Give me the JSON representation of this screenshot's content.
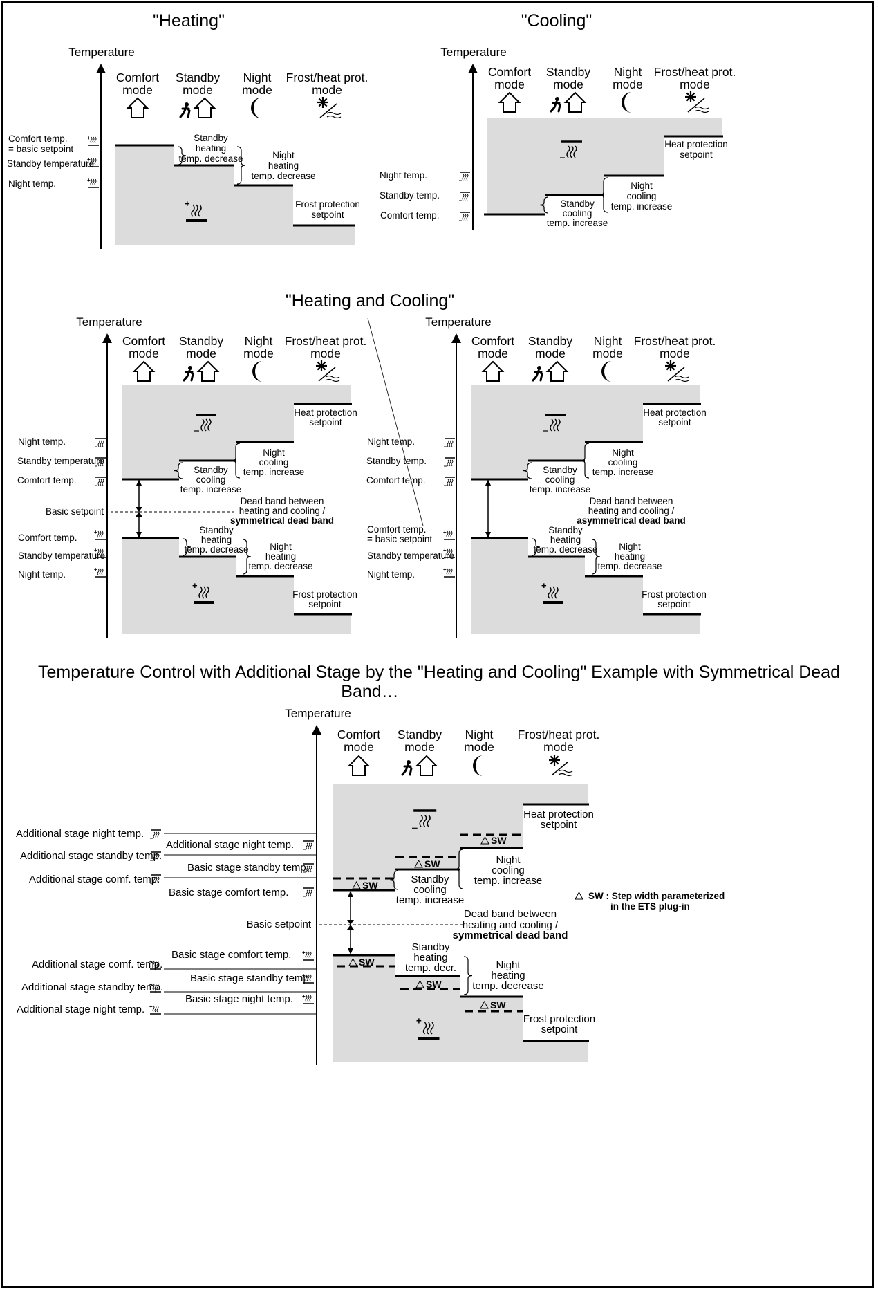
{
  "headings": {
    "heating": "\"Heating\"",
    "cooling": "\"Cooling\"",
    "heating_cooling": "\"Heating and Cooling\"",
    "additional_stage_line1": "Temperature Control with Additional Stage by the \"Heating and Cooling\" Example with Symmetrical Dead",
    "additional_stage_line2": "Band…"
  },
  "axis_label": "Temperature",
  "modes": {
    "comfort": [
      "Comfort",
      "mode"
    ],
    "standby": [
      "Standby",
      "mode"
    ],
    "night": [
      "Night",
      "mode"
    ],
    "frost": [
      "Frost/heat prot.",
      "mode"
    ]
  },
  "icons": [
    "comfort-house-icon",
    "standby-runner-house-icon",
    "night-moon-icon",
    "frost-heat-protection-icon",
    "heating-symbol-icon",
    "cooling-symbol-icon"
  ],
  "heating": {
    "left_labels": [
      "Comfort temp.",
      "= basic setpoint",
      "Standby temperature",
      "Night temp."
    ],
    "standby_brace": [
      "Standby",
      "heating",
      "temp. decrease"
    ],
    "night_brace": [
      "Night",
      "heating",
      "temp. decrease"
    ],
    "frost": [
      "Frost protection",
      "setpoint"
    ]
  },
  "cooling": {
    "left_labels": [
      "Night temp.",
      "Standby temp.",
      "Comfort temp."
    ],
    "heat_protection": [
      "Heat protection",
      "setpoint"
    ],
    "night_brace": [
      "Night",
      "cooling",
      "temp. increase"
    ],
    "standby_brace": [
      "Standby",
      "cooling",
      "temp. increase"
    ]
  },
  "hc_symmetric": {
    "cool_labels": [
      "Night temp.",
      "Standby temperature",
      "Comfort temp."
    ],
    "basic_setpoint": "Basic setpoint",
    "heat_labels": [
      "Comfort temp.",
      "Standby temperature",
      "Night temp."
    ],
    "heat_protection": [
      "Heat protection",
      "setpoint"
    ],
    "cool_night_brace": [
      "Night",
      "cooling",
      "temp. increase"
    ],
    "cool_standby_brace": [
      "Standby",
      "cooling",
      "temp. increase"
    ],
    "dead_band": [
      "Dead band between",
      "heating and cooling /",
      "symmetrical dead band"
    ],
    "heat_standby_brace": [
      "Standby",
      "heating",
      "temp. decrease"
    ],
    "heat_night_brace": [
      "Night",
      "heating",
      "temp. decrease"
    ],
    "frost": [
      "Frost protection",
      "setpoint"
    ]
  },
  "hc_asymmetric": {
    "cool_labels": [
      "Night temp.",
      "Standby  temp.",
      "Comfort temp."
    ],
    "heat_labels": [
      "Comfort temp.",
      "= basic setpoint",
      "Standby temperature",
      "Night temp."
    ],
    "heat_protection": [
      "Heat protection",
      "setpoint"
    ],
    "cool_night_brace": [
      "Night",
      "cooling",
      "temp. increase"
    ],
    "cool_standby_brace": [
      "Standby",
      "cooling",
      "temp. increase"
    ],
    "dead_band": [
      "Dead band between",
      "heating and cooling /",
      "asymmetrical dead band"
    ],
    "heat_standby_brace": [
      "Standby",
      "heating",
      "temp. decrease"
    ],
    "heat_night_brace": [
      "Night",
      "heating",
      "temp. decrease"
    ],
    "frost": [
      "Frost protection",
      "setpoint"
    ]
  },
  "additional": {
    "outer_cool": [
      "Additional stage night temp.",
      "Additional stage standby temp.",
      "Additional stage comf. temp."
    ],
    "inner_cool": [
      "Additional stage night temp.",
      "Basic stage standby temp.",
      "Basic stage comfort temp."
    ],
    "basic_setpoint": "Basic setpoint",
    "inner_heat": [
      "Basic stage comfort temp.",
      "Basic stage standby temp.",
      "Basic stage night temp."
    ],
    "outer_heat": [
      "Additional stage comf. temp.",
      "Additional stage standby temp.",
      "Additional stage night temp."
    ],
    "sw": "SW",
    "heat_protection": [
      "Heat protection",
      "setpoint"
    ],
    "cool_night_brace": [
      "Night",
      "cooling",
      "temp. increase"
    ],
    "cool_standby_brace": [
      "Standby",
      "cooling",
      "temp. increase"
    ],
    "dead_band": [
      "Dead band between",
      "heating and cooling /",
      "symmetrical dead band"
    ],
    "heat_standby_brace": [
      "Standby",
      "heating",
      "temp. decr."
    ],
    "heat_night_brace": [
      "Night",
      "heating",
      "temp. decrease"
    ],
    "frost": [
      "Frost protection",
      "setpoint"
    ],
    "legend": [
      "SW : Step width parameterized",
      "in the ETS plug-in"
    ]
  }
}
